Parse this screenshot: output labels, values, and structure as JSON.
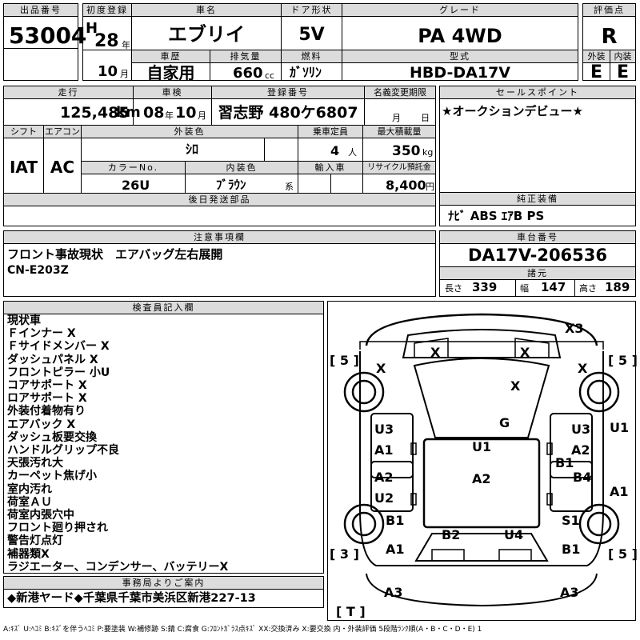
{
  "header": {
    "lot_no_label": "出品番号",
    "lot_no": "53004",
    "first_reg_label": "初度登録",
    "era": "H",
    "year": "28",
    "year_unit": "年",
    "month": "10",
    "month_unit": "月",
    "car_name_label": "車名",
    "car_name": "エブリイ",
    "door_label": "ドア形状",
    "door": "5V",
    "grade_label": "グレード",
    "grade": "PA 4WD",
    "score_label": "評価点",
    "score": "R",
    "history_label": "車歴",
    "history": "自家用",
    "displacement_label": "排気量",
    "displacement": "660",
    "displacement_unit": "cc",
    "fuel_label": "燃料",
    "fuel": "ｶﾞｿﾘﾝ",
    "model_label": "型式",
    "model": "HBD-DA17V",
    "exterior_label": "外装",
    "exterior": "E",
    "interior_label": "内装",
    "interior": "E"
  },
  "row2": {
    "mileage_label": "走行",
    "mileage": "125,485",
    "mileage_unit": "km",
    "inspection_label": "車検",
    "inspection_year": "08",
    "inspection_year_unit": "年",
    "inspection_month": "10",
    "inspection_month_unit": "月",
    "plate_label": "登録番号",
    "plate": "習志野 480ケ6807",
    "transfer_label": "名義変更期限",
    "transfer_month_unit": "月",
    "transfer_day_unit": "日",
    "sales_point_label": "セールスポイント",
    "sales_point": "★オークションデビュー★"
  },
  "row3": {
    "shift_label": "シフト",
    "shift": "IAT",
    "ac_label": "エアコン",
    "ac": "AC",
    "ext_color_label": "外装色",
    "ext_color": "ｼﾛ",
    "capacity_label": "乗車定員",
    "capacity": "4",
    "capacity_unit": "人",
    "load_label": "最大積載量",
    "load": "350",
    "load_unit": "kg",
    "color_no_label": "カラーNo.",
    "color_no": "26U",
    "int_color_label": "内装色",
    "int_color": "ﾌﾞﾗｳﾝ",
    "int_color_suffix": "系",
    "import_label": "輸入車",
    "recycle_label": "リサイクル預託金",
    "recycle": "8,400",
    "recycle_unit": "円",
    "parts_label": "後日発送部品",
    "equip_label": "純正装備",
    "equip": "ﾅﾋﾞ  ABS  ｴｱB  PS"
  },
  "notes": {
    "label": "注意事項欄",
    "line1": "フロント事故現状　エアバッグ左右展開",
    "line2": "CN-E203Z"
  },
  "chassis": {
    "label": "車台番号",
    "value": "DA17V-206536",
    "dims_label": "諸元",
    "length_label": "長さ",
    "length": "339",
    "width_label": "幅",
    "width": "147",
    "height_label": "高さ",
    "height": "189"
  },
  "inspector": {
    "label": "検査員記入欄",
    "lines": [
      "現状車",
      "Ｆインナー X",
      "Ｆサイドメンバー X",
      "ダッシュパネル X",
      "フロントピラー 小U",
      "コアサポート X",
      "ロアサポート X",
      "外装付着物有り",
      "エアバック X",
      "ダッシュ板要交換",
      "ハンドルグリップ不良",
      "天張汚れ大",
      "カーペット焦げ小",
      "室内汚れ",
      "荷室ＡＵ",
      "荷室内張穴中",
      "フロント廻り押され",
      "警告灯点灯",
      "補器類X",
      "ラジエーター、コンデンサー、バッテリーX"
    ]
  },
  "office": {
    "label": "事務局よりご案内",
    "text": "◆新港ヤード◆千葉県千葉市美浜区新港227-13"
  },
  "legend": "A:ｷｽﾞ U:ﾍｺﾐ B:ｷｽﾞを伴うﾍｺﾐ P:要塗装 W:補修跡 S:錆 C:腐食 G:ﾌﾛﾝﾄｶﾞﾗｽ点ｷｽﾞ XX:交換済み X:要交換  内・外装評価  5段階ﾗﾝｸ順(A・B・C・D・E) 1",
  "diagram": {
    "tire_fl": "[ 5 ]",
    "tire_fr": "[ 5 ]",
    "tire_rl": "[ 3 ]",
    "tire_rr": "[ 5 ]",
    "tire_t": "[ T ]",
    "marks": [
      "X3",
      "X",
      "X",
      "X",
      "X",
      "X",
      "G",
      "U3",
      "U3",
      "U1",
      "A1",
      "U1",
      "A2",
      "B1",
      "A2",
      "B4",
      "U2",
      "A2",
      "A1",
      "B1",
      "S1",
      "B2",
      "U4",
      "A1",
      "B1",
      "A3",
      "A3"
    ]
  }
}
